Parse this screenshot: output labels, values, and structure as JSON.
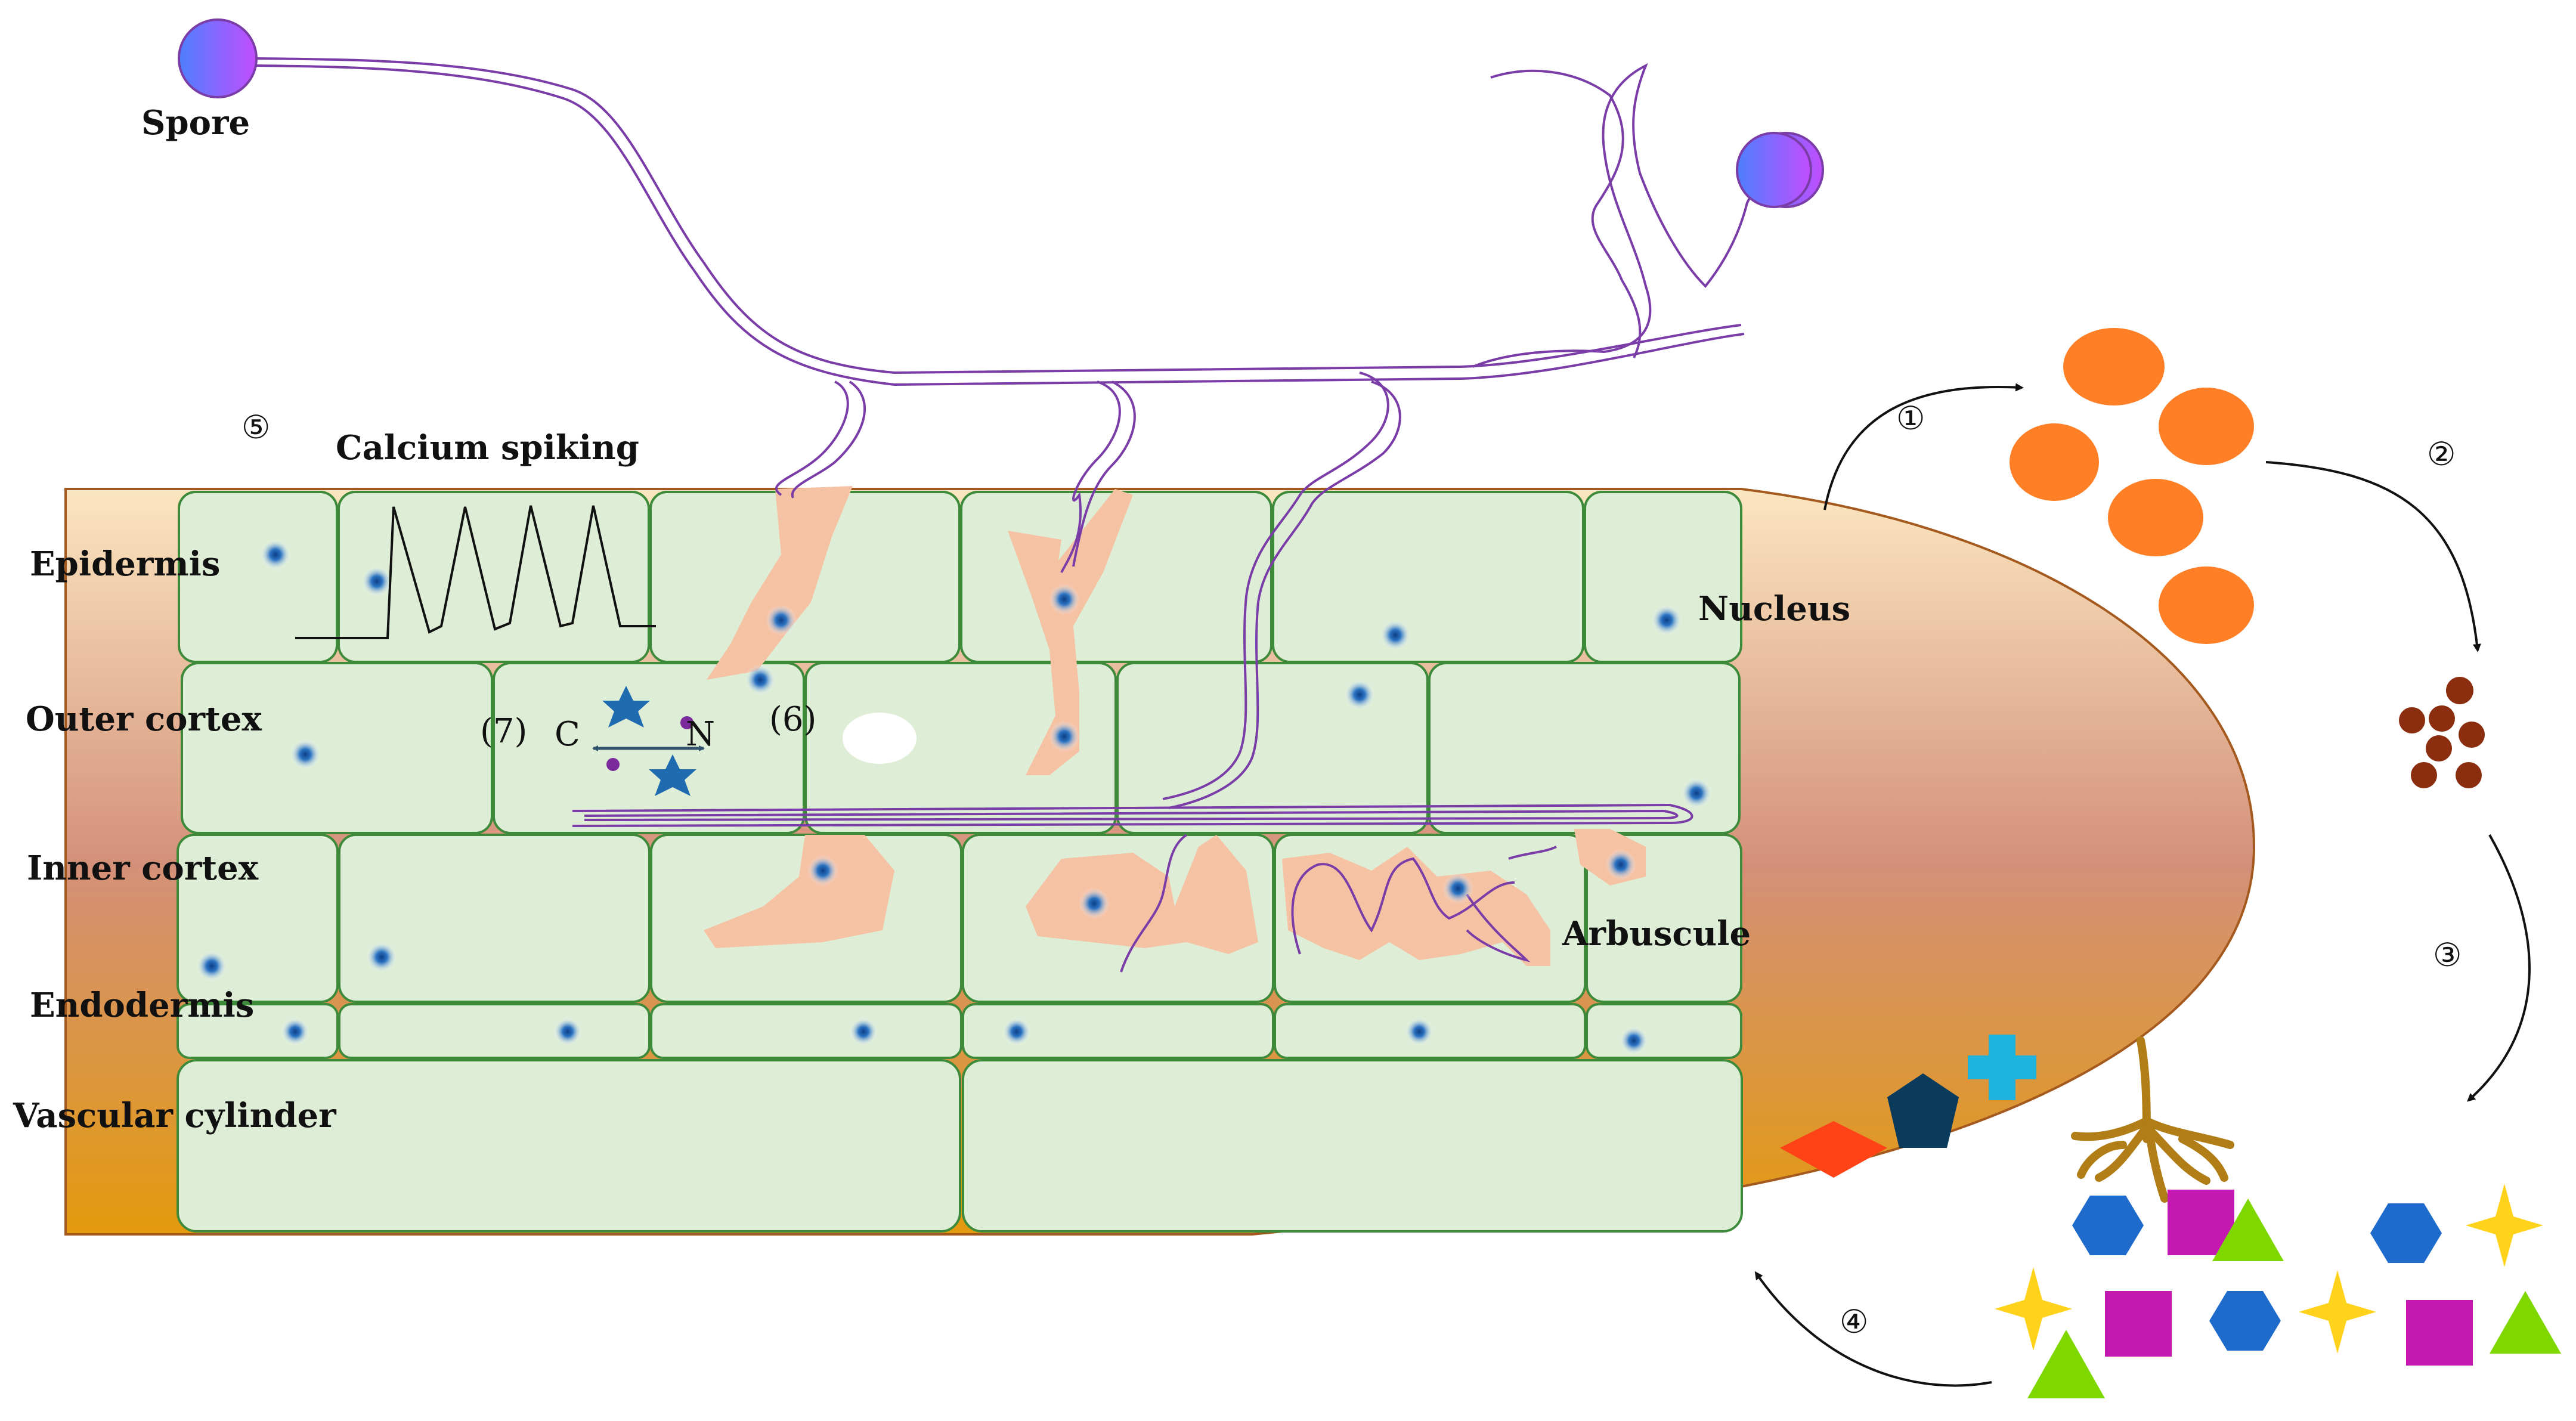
{
  "labels": {
    "spore": "Spore",
    "calcium_spiking": "Calcium spiking",
    "epidermis": "Epidermis",
    "outer_cortex": "Outer cortex",
    "inner_cortex": "Inner cortex",
    "endodermis": "Endodermis",
    "vascular_cylinder": "Vascular cylinder",
    "nucleus": "Nucleus",
    "arbuscule": "Arbuscule",
    "marker_7": "(7)",
    "marker_6": "(6)",
    "carbon": "C",
    "nitrogen": "N"
  },
  "steps": {
    "step1": "①",
    "step2": "②",
    "step3": "③",
    "step4": "④",
    "step5": "⑤"
  },
  "colors": {
    "cell_fill": "#deeed6",
    "cell_stroke": "#3d8a3a",
    "hypha": "#7a3da8",
    "arbuscule": "#f6c2a4",
    "nucleus": "#1a5fa8",
    "signal_orange": "#ff7f27",
    "signal_brown": "#8b2e10",
    "root_fill_top": "#fbe6bf",
    "root_fill_mid": "#d4917a",
    "root_fill_bottom": "#e39a0e"
  }
}
